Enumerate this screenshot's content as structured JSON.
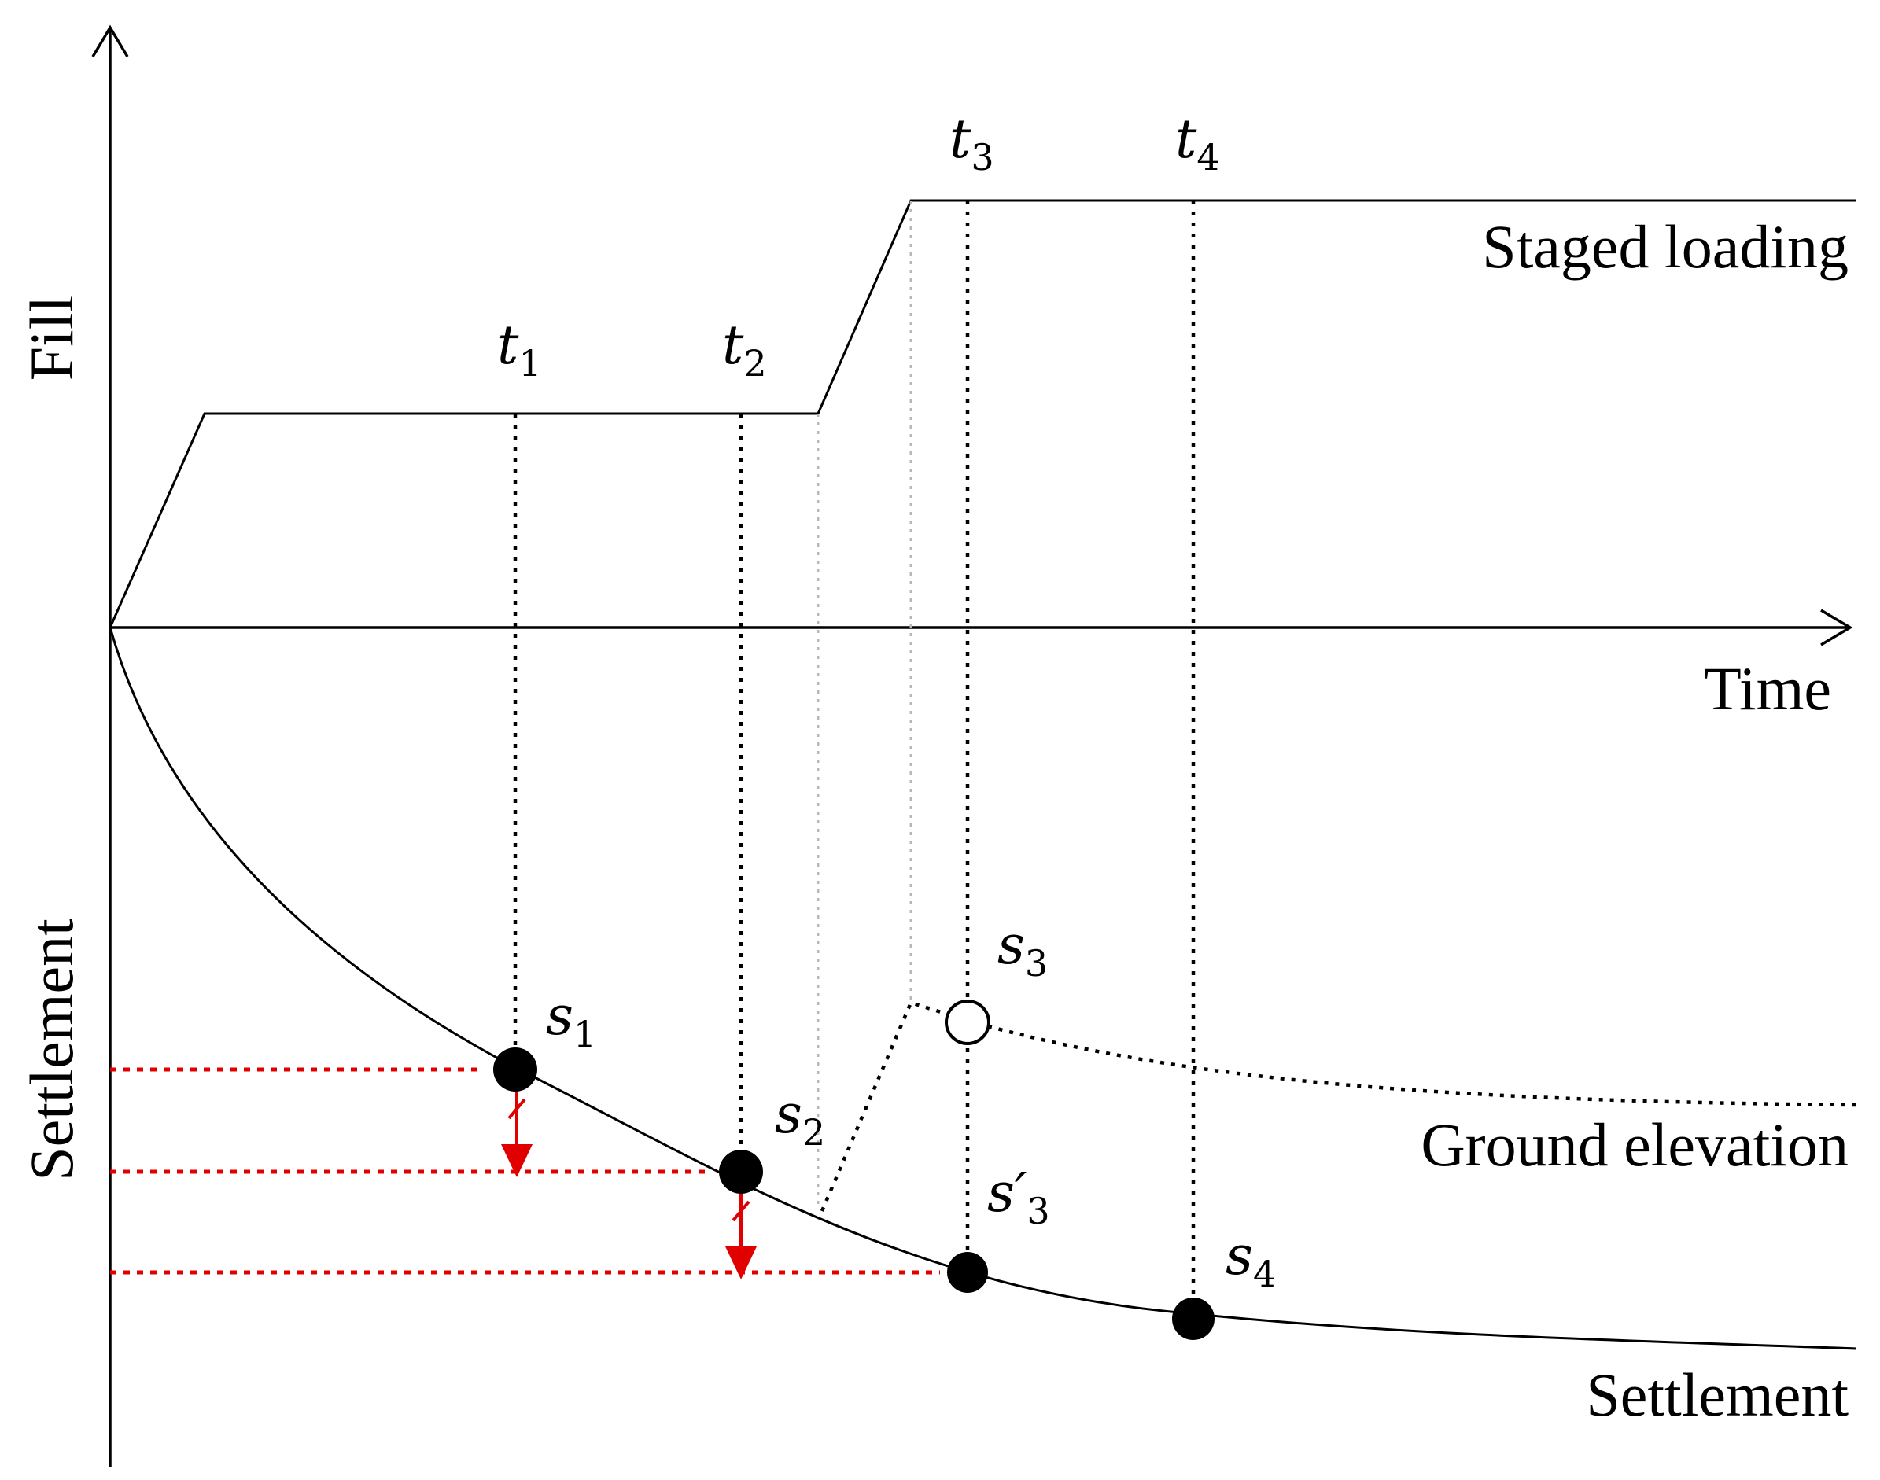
{
  "axes": {
    "y_top_label": "Fill",
    "y_bottom_label": "Settlement",
    "x_label": "Time"
  },
  "curve_labels": {
    "loading": "Staged loading",
    "ground": "Ground elevation",
    "settlement": "Settlement"
  },
  "time_marks": [
    {
      "sym": "t",
      "sub": "1"
    },
    {
      "sym": "t",
      "sub": "2"
    },
    {
      "sym": "t",
      "sub": "3"
    },
    {
      "sym": "t",
      "sub": "4"
    }
  ],
  "settlement_marks": [
    {
      "sym": "s",
      "sub": "1"
    },
    {
      "sym": "s",
      "sub": "2"
    },
    {
      "sym": "s",
      "sub": "3"
    },
    {
      "sym": "s′",
      "sub": "3"
    },
    {
      "sym": "s",
      "sub": "4"
    }
  ],
  "colors": {
    "line": "#000000",
    "projection_red": "#e00000",
    "guide_grey": "#b8b8b8"
  }
}
